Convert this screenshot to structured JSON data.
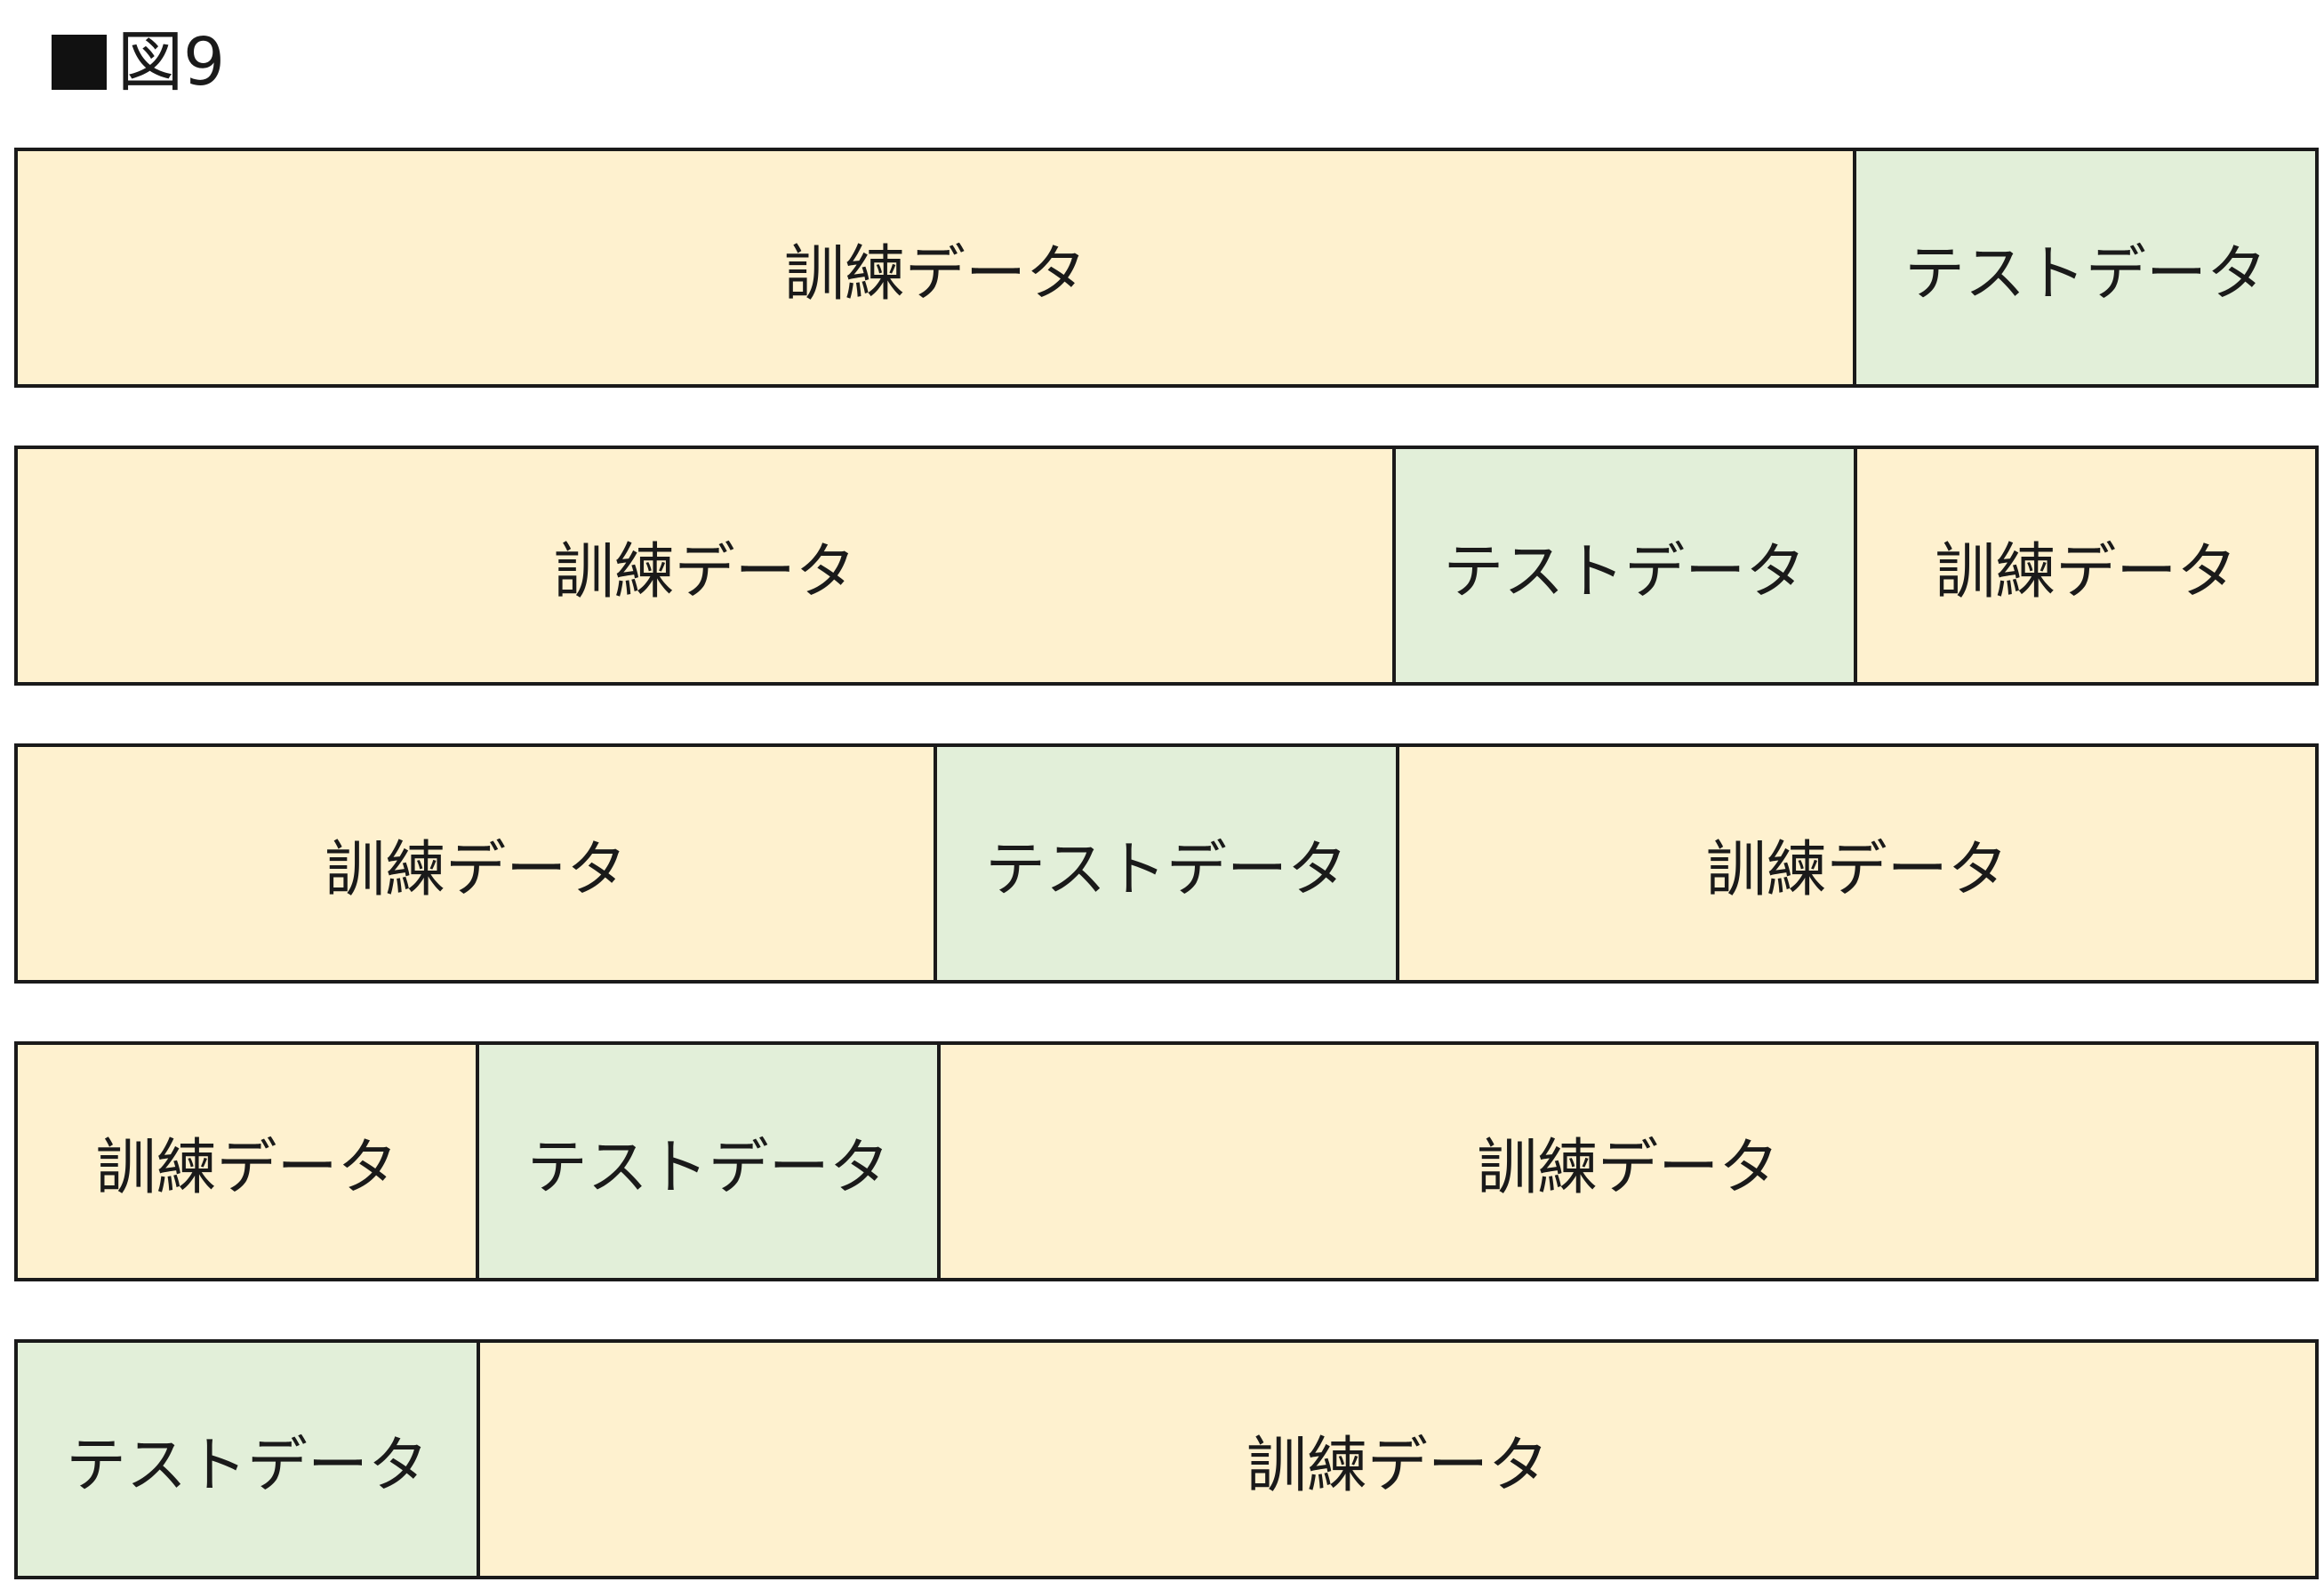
{
  "caption": {
    "icon": "black-square-icon",
    "text": "図9"
  },
  "colors": {
    "train": "#fef1cf",
    "test": "#e2efd9",
    "border": "#1a1a1a"
  },
  "folds": [
    {
      "segments": [
        {
          "kind": "train",
          "label": "訓練データ",
          "span": 4
        },
        {
          "kind": "test",
          "label": "テストデータ",
          "span": 1
        }
      ]
    },
    {
      "segments": [
        {
          "kind": "train",
          "label": "訓練データ",
          "span": 3
        },
        {
          "kind": "test",
          "label": "テストデータ",
          "span": 1
        },
        {
          "kind": "train",
          "label": "訓練データ",
          "span": 1
        }
      ]
    },
    {
      "segments": [
        {
          "kind": "train",
          "label": "訓練データ",
          "span": 2
        },
        {
          "kind": "test",
          "label": "テストデータ",
          "span": 1
        },
        {
          "kind": "train",
          "label": "訓練データ",
          "span": 2
        }
      ]
    },
    {
      "segments": [
        {
          "kind": "train",
          "label": "訓練データ",
          "span": 1
        },
        {
          "kind": "test",
          "label": "テストデータ",
          "span": 1
        },
        {
          "kind": "train",
          "label": "訓練データ",
          "span": 3
        }
      ]
    },
    {
      "segments": [
        {
          "kind": "test",
          "label": "テストデータ",
          "span": 1
        },
        {
          "kind": "train",
          "label": "訓練データ",
          "span": 4
        }
      ]
    }
  ]
}
